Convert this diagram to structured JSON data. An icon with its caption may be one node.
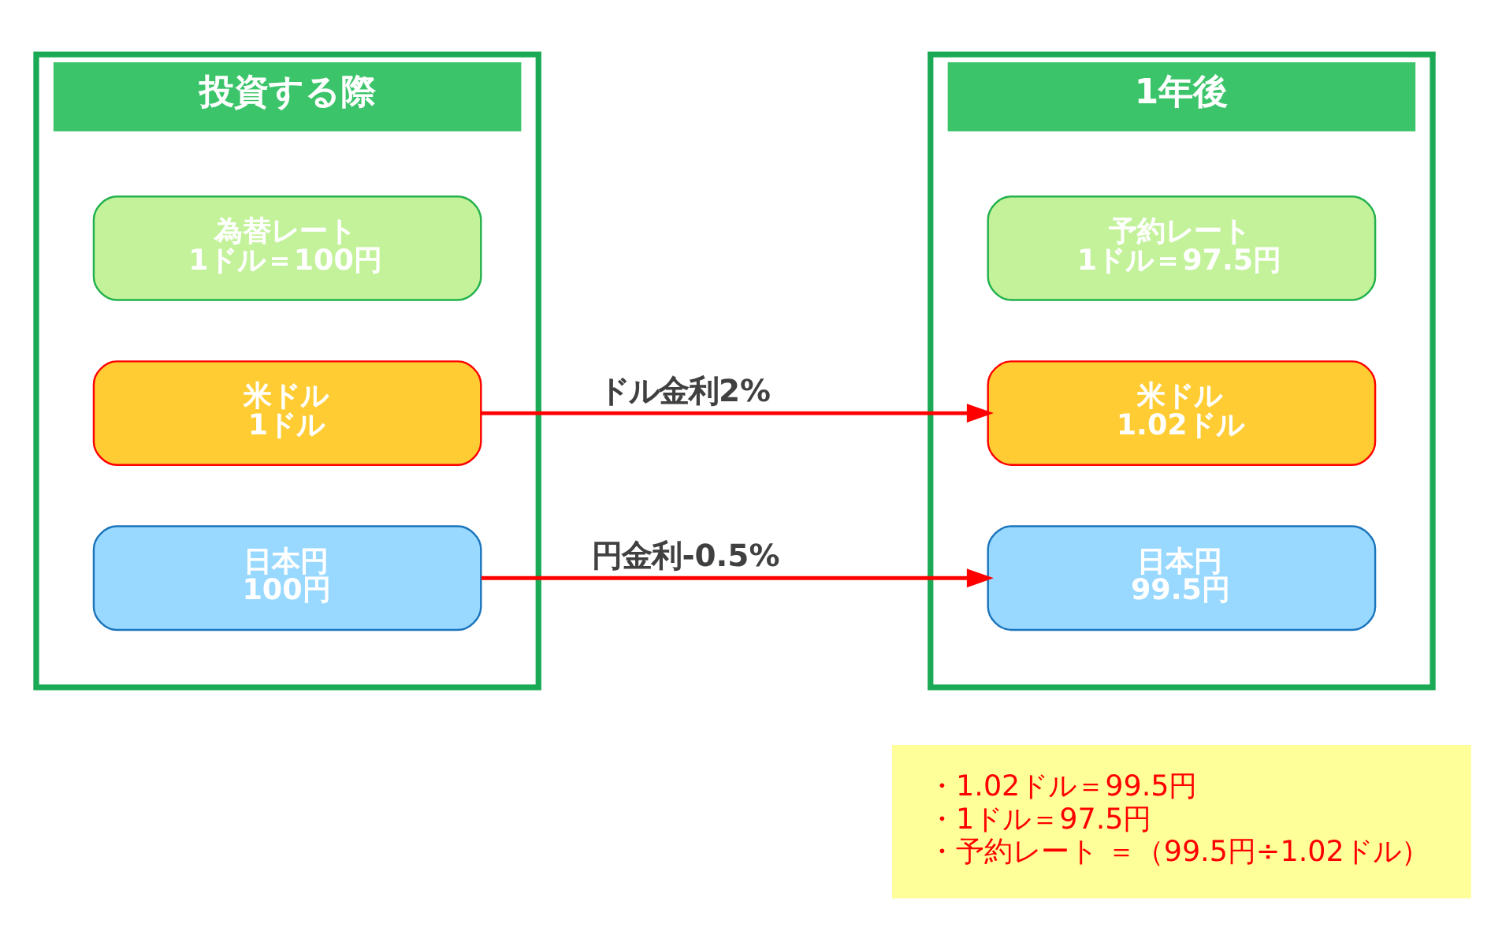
{
  "diagram": {
    "nodes": [
      {
        "text": [
          "投資する際"
        ]
      },
      {
        "text": [
          "為替レート",
          "1ドル＝100円"
        ],
        "in": 0
      },
      {
        "text": [
          "米ドル",
          "1ドル"
        ],
        "in": 0
      },
      {
        "text": [
          "日本円",
          "100円"
        ],
        "in": 0
      },
      {
        "text": [
          "1年後"
        ]
      },
      {
        "text": [
          "予約レート",
          "1ドル＝97.5円"
        ],
        "in": 4
      },
      {
        "text": [
          "米ドル",
          "1.02ドル"
        ],
        "in": 4
      },
      {
        "text": [
          "日本円",
          "99.5円"
        ],
        "in": 4
      },
      {
        "text": [
          "・1.02ドル＝99.5円",
          "・1ドル＝97.5円",
          "・予約レート ＝（99.5円÷1.02ドル）"
        ]
      }
    ],
    "edges": [
      {
        "from": 2,
        "to": 6,
        "arrow": "to",
        "label": "ドル金利2%"
      },
      {
        "from": 3,
        "to": 7,
        "arrow": "to",
        "label": "円金利-0.5%"
      }
    ]
  }
}
